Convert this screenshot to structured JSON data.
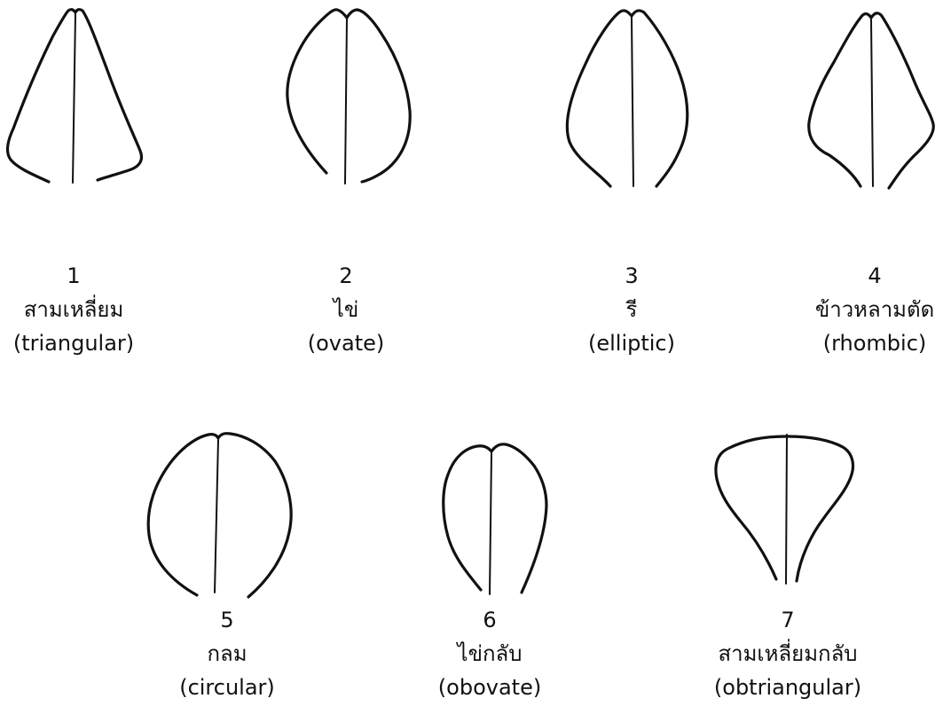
{
  "shapes": [
    {
      "number": "1",
      "thai": "สามเหลี่ยม",
      "english": "(triangular)"
    },
    {
      "number": "2",
      "thai": "ไข่",
      "english": "(ovate)"
    },
    {
      "number": "3",
      "thai": "รี",
      "english": "(elliptic)"
    },
    {
      "number": "4",
      "thai": "ข้าวหลามตัด",
      "english": "(rhombic)"
    },
    {
      "number": "5",
      "thai": "กลม",
      "english": "(circular)"
    },
    {
      "number": "6",
      "thai": "ไข่กลับ",
      "english": "(obovate)"
    },
    {
      "number": "7",
      "thai": "สามเหลี่ยมกลับ",
      "english": "(obtriangular)"
    }
  ],
  "colors": {
    "stroke": "#111111",
    "background": "#ffffff"
  }
}
